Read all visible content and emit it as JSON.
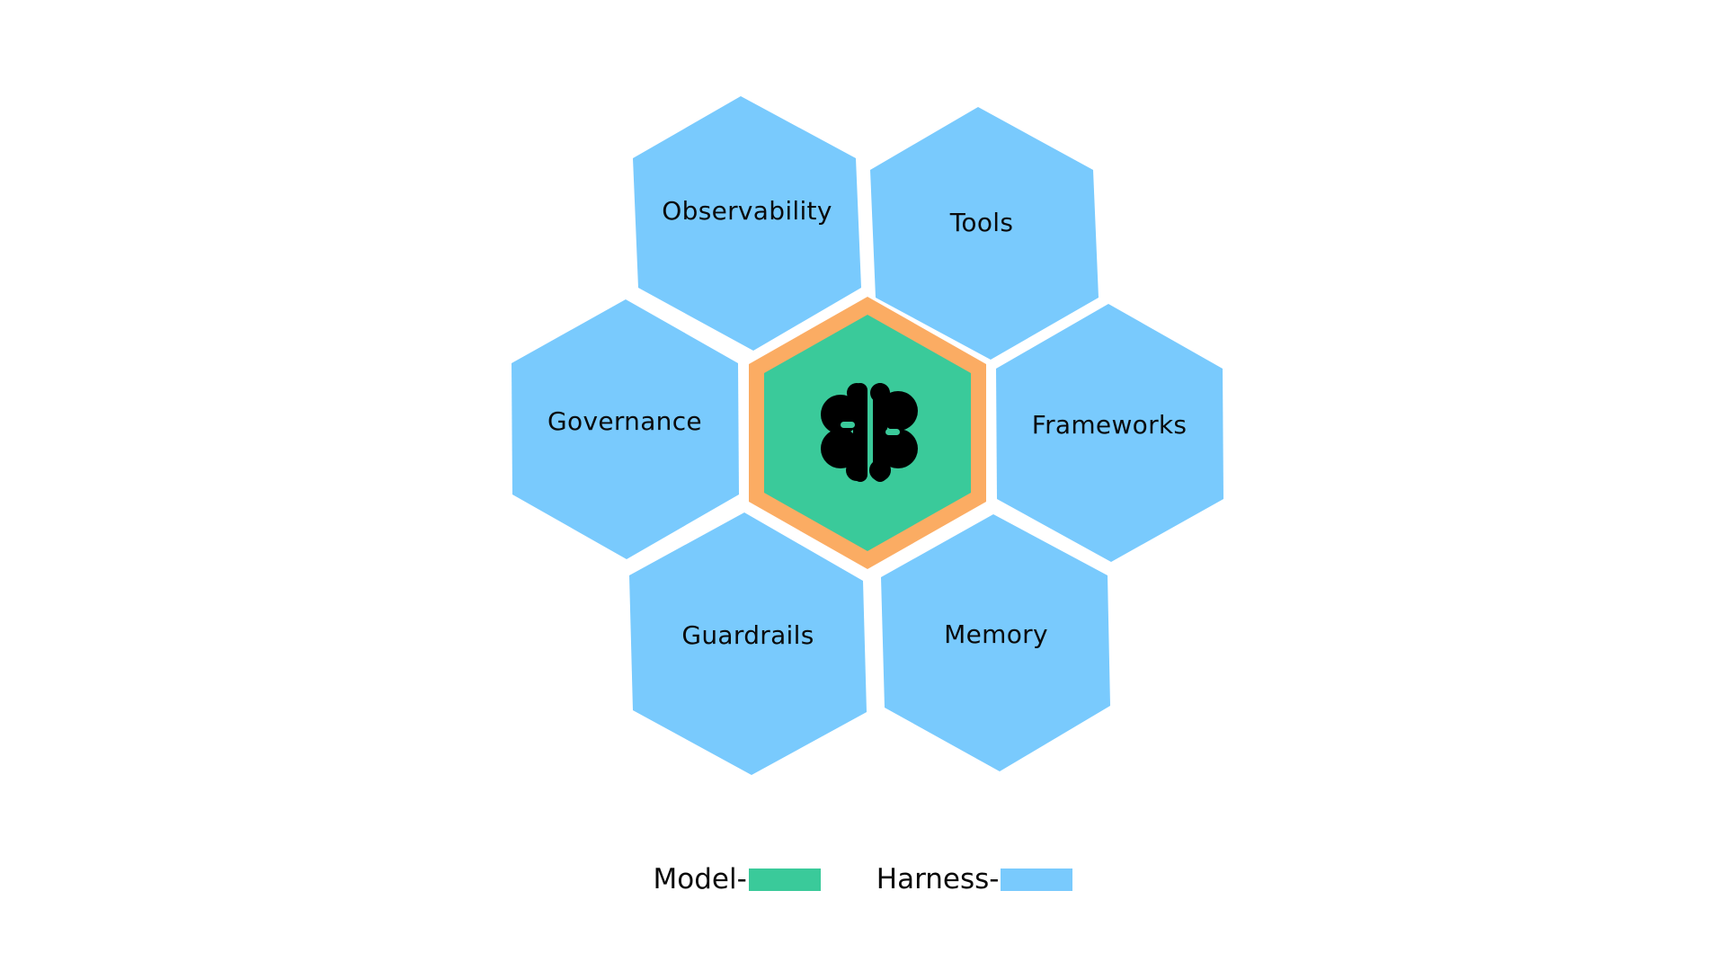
{
  "colors": {
    "model": "#3ACA9A",
    "harness": "#79CAFD",
    "highlight_border": "#FBAC63",
    "icon": "#000000",
    "background": "#ffffff"
  },
  "center": {
    "icon": "brain-icon"
  },
  "cells": [
    {
      "label": "Observability"
    },
    {
      "label": "Tools"
    },
    {
      "label": "Governance"
    },
    {
      "label": "Frameworks"
    },
    {
      "label": "Guardrails"
    },
    {
      "label": "Memory"
    }
  ],
  "legend": {
    "model_label": "Model-",
    "harness_label": "Harness-"
  }
}
